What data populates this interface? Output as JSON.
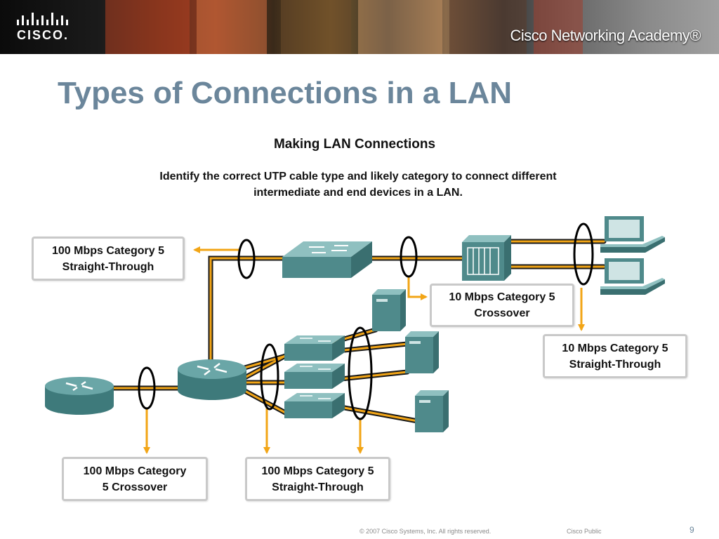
{
  "header": {
    "brand": "CISCO.",
    "academy": "Cisco Networking Academy®"
  },
  "slide": {
    "title": "Types of Connections in a LAN",
    "page_number": "9"
  },
  "diagram": {
    "heading": "Making LAN Connections",
    "description_line1": "Identify the correct UTP cable type and likely category to connect different",
    "description_line2": "intermediate and end devices in a LAN.",
    "labels": {
      "top_left": {
        "line1": "100 Mbps Category 5",
        "line2": "Straight-Through"
      },
      "mid_crossover": {
        "line1": "10 Mbps Category 5",
        "line2": "Crossover"
      },
      "right_straight": {
        "line1": "10 Mbps Category 5",
        "line2": "Straight-Through"
      },
      "bottom_left": {
        "line1": "100 Mbps Category",
        "line2": "5 Crossover"
      },
      "bottom_mid": {
        "line1": "100 Mbps Category 5",
        "line2": "Straight-Through"
      }
    },
    "colors": {
      "cable": "#f2a516",
      "device": "#4f8a8b",
      "device_light": "#8bbdbd",
      "callout_border": "#c9c9c9"
    },
    "devices": [
      "router-icon",
      "router-icon",
      "switch-icon",
      "hub-icon",
      "server-icon",
      "pc-icon"
    ]
  },
  "footer": {
    "copyright": "© 2007 Cisco Systems, Inc. All rights reserved.",
    "classification": "Cisco Public"
  }
}
